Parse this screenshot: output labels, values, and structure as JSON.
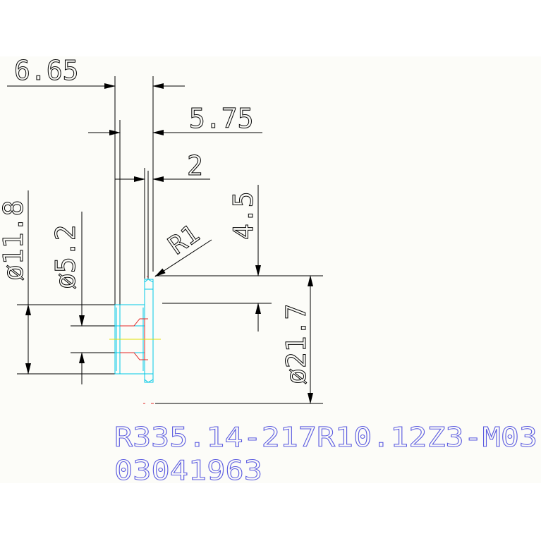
{
  "colors": {
    "background": "#fcfcf8",
    "dimension": "#000000",
    "outline": "#00c8e6",
    "hidden": "#e22828",
    "centerline": "#e0e000",
    "label": "#5a5ae0"
  },
  "dimensions": {
    "d1": "6.65",
    "d2": "5.75",
    "d3": "2",
    "d4": "4.5",
    "radius": "R1",
    "dia_large": "ø21.7",
    "dia_mid": "ø11.8",
    "dia_small": "ø5.2"
  },
  "part": {
    "code": "R335.14-217R10.12Z3-M03",
    "number": "03041963"
  }
}
